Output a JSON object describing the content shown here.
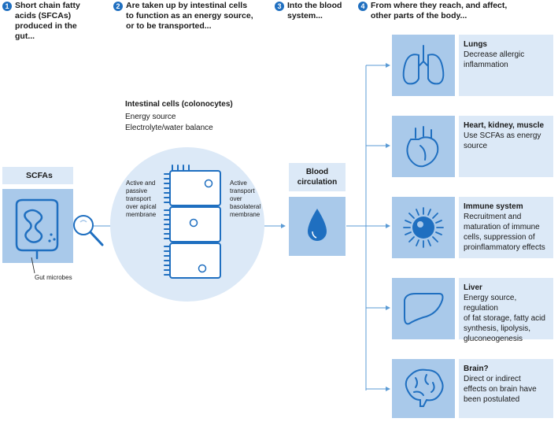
{
  "steps": [
    {
      "num": "1",
      "text": "Short chain fatty\nacids (SFCAs)\nproduced in the\ngut..."
    },
    {
      "num": "2",
      "text": "Are taken up by intestinal cells\nto function as an energy source,\nor to be transported..."
    },
    {
      "num": "3",
      "text": "Into the blood\nsystem..."
    },
    {
      "num": "4",
      "text": "From where they reach, and affect,\nother parts of the body..."
    }
  ],
  "scfa": {
    "label": "SCFAs",
    "microbes_label": "Gut microbes"
  },
  "intestinal": {
    "title": "Intestinal cells (colonocytes)",
    "line1": "Energy source",
    "line2": "Electrolyte/water balance",
    "apical": "Active and\npassive\ntransport\nover apical\nmembrane",
    "basolateral": "Active\ntransport\nover\nbasolateral\nmembrane"
  },
  "blood": {
    "label": "Blood\ncirculation"
  },
  "targets": [
    {
      "title": "Lungs",
      "text": "Decrease allergic\ninflammation",
      "icon": "lungs-icon"
    },
    {
      "title": "Heart, kidney, muscle",
      "text": "Use SCFAs as energy\nsource",
      "icon": "heart-icon"
    },
    {
      "title": "Immune system",
      "text": "Recruitment and\nmaturation of immune\ncells, suppression of\nproinflammatory effects",
      "icon": "immune-cell-icon"
    },
    {
      "title": "Liver",
      "text": "Energy source, regulation\nof fat storage, fatty acid\nsynthesis, lipolysis,\ngluconeogenesis",
      "icon": "liver-icon"
    },
    {
      "title": "Brain?",
      "text": "Direct or indirect\neffects on brain have\nbeen postulated",
      "icon": "brain-icon"
    }
  ],
  "colors": {
    "accent": "#1f6fc0",
    "light_box": "#dce9f7",
    "icon_box": "#a9c9ea",
    "line": "#5b9bd5"
  }
}
